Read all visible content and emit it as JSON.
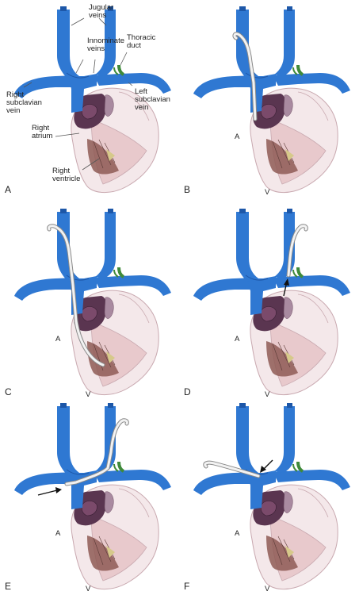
{
  "colors": {
    "vein": "#2f78d2",
    "vein_dark": "#1d57a8",
    "thoracic_duct": "#3f8a3a",
    "heart_outline": "#c9a9b0",
    "heart_fill": "#f4e8ea",
    "atrium": "#5a3550",
    "ventricle": "#8e5a55",
    "catheter": "#f2f2f2"
  },
  "labels": {
    "jugular_veins": "Jugular\nveins",
    "thoracic_duct": "Thoracic\nduct",
    "innominate_veins": "Innominate\nveins",
    "right_subclavian_vein": "Right\nsubclavian\nvein",
    "left_subclavian_vein": "Left\nsubclavian\nvein",
    "right_atrium": "Right\natrium",
    "right_ventricle": "Right\nventricle"
  },
  "markers": {
    "atrium": "A",
    "ventricle": "V"
  },
  "panels": [
    {
      "letter": "A",
      "show_av": false,
      "show_anatomy_labels": true,
      "catheter": "none",
      "arrow": "none"
    },
    {
      "letter": "B",
      "show_av": true,
      "show_anatomy_labels": false,
      "catheter": "B",
      "arrow": "none"
    },
    {
      "letter": "C",
      "show_av": true,
      "show_anatomy_labels": false,
      "catheter": "C",
      "arrow": "none"
    },
    {
      "letter": "D",
      "show_av": true,
      "show_anatomy_labels": false,
      "catheter": "D",
      "arrow": "D"
    },
    {
      "letter": "E",
      "show_av": true,
      "show_anatomy_labels": false,
      "catheter": "E",
      "arrow": "E"
    },
    {
      "letter": "F",
      "show_av": true,
      "show_anatomy_labels": false,
      "catheter": "F",
      "arrow": "F"
    }
  ]
}
